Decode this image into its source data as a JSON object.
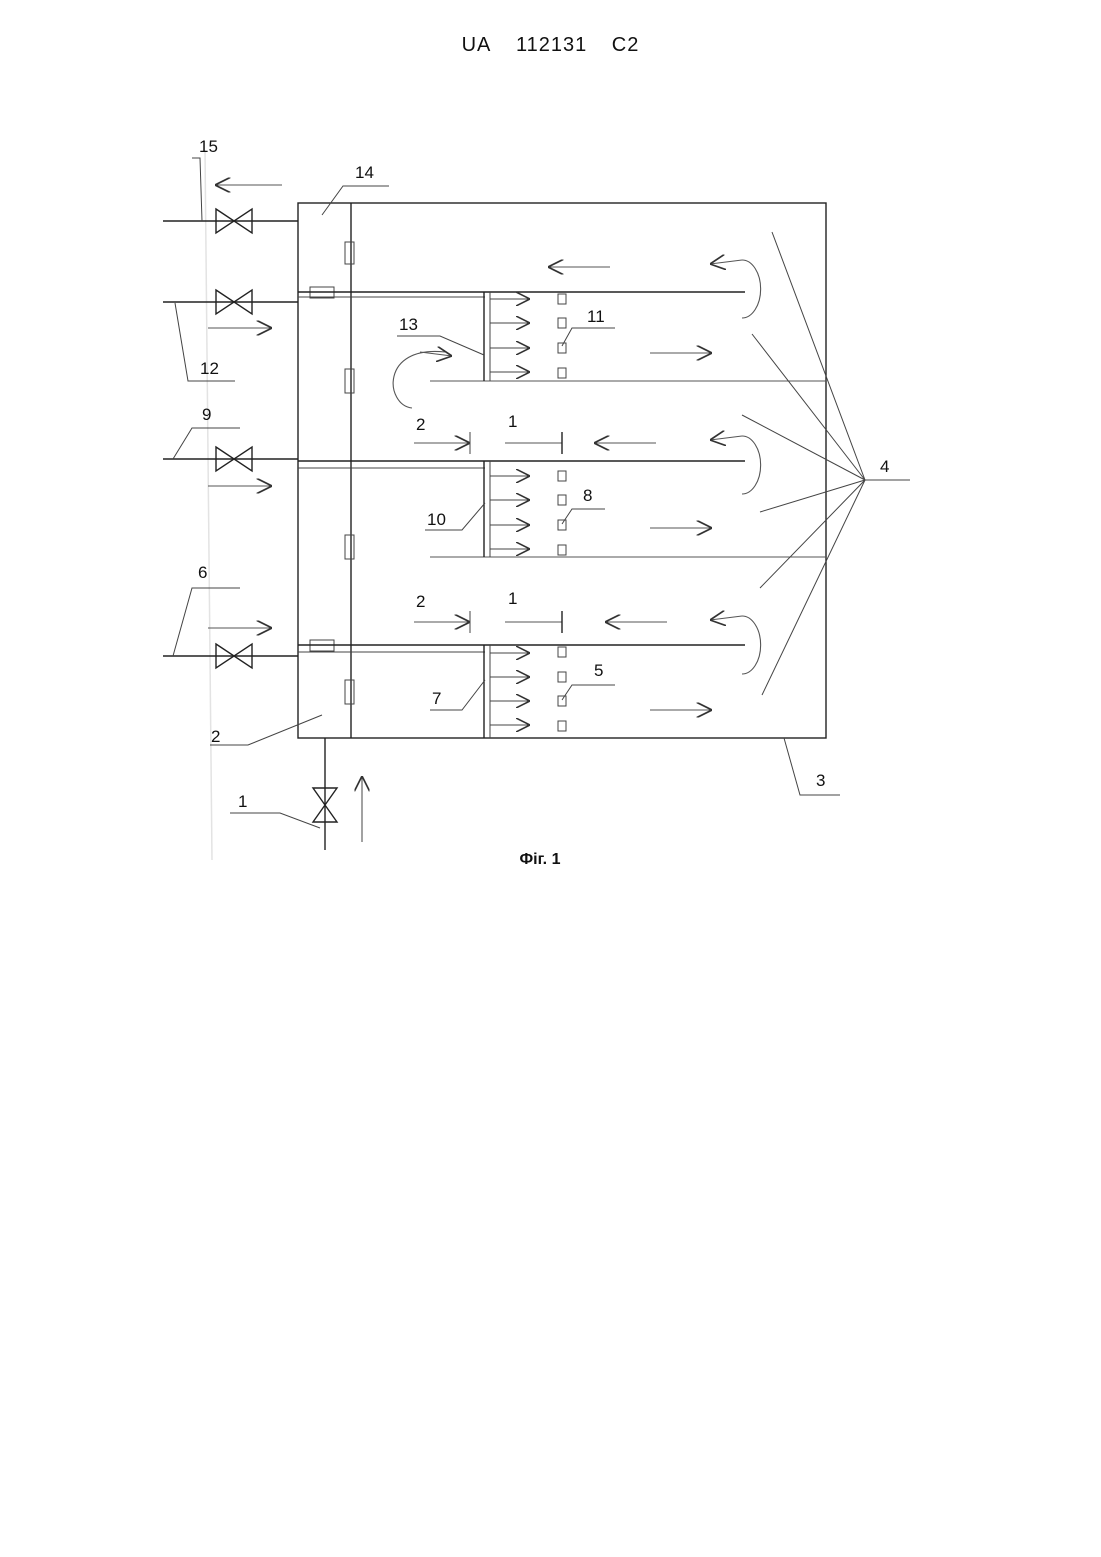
{
  "header": {
    "country": "UA",
    "number": "112131",
    "kind": "C2"
  },
  "figure": {
    "caption": "Фіг. 1",
    "labels": {
      "l1": "1",
      "l2": "2",
      "l3": "3",
      "l4": "4",
      "l5": "5",
      "l6": "6",
      "l7": "7",
      "l8": "8",
      "l9": "9",
      "l10": "10",
      "l11": "11",
      "l12": "12",
      "l13": "13",
      "l14": "14",
      "l15": "15",
      "sec2": "2",
      "sec1": "1"
    }
  }
}
